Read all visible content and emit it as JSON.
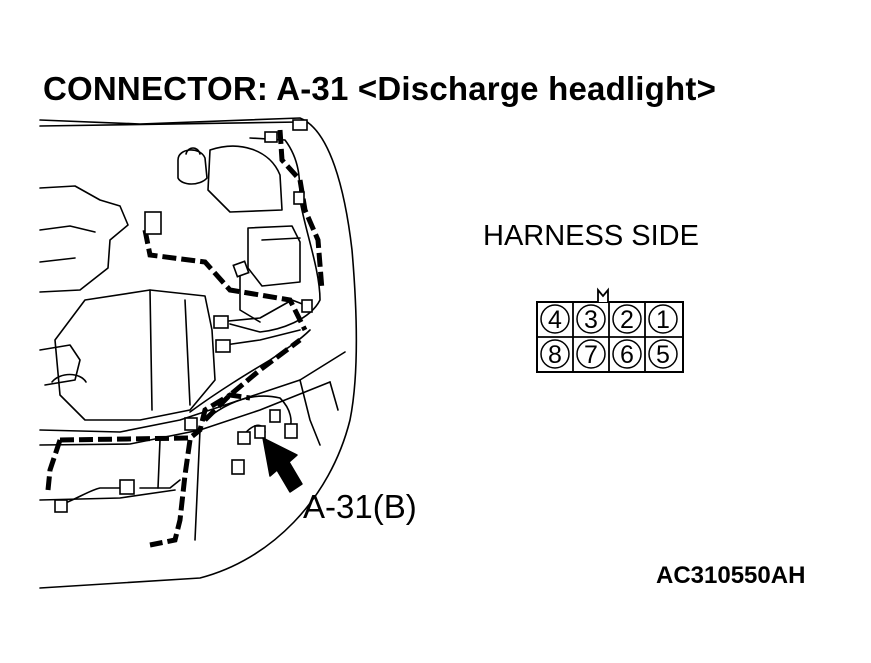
{
  "title": "CONNECTOR: A-31 <Discharge headlight>",
  "harness_label": "HARNESS SIDE",
  "connector_callout": "A-31(B)",
  "figure_code": "AC310550AH",
  "connector_pins": {
    "top_row": [
      "4",
      "3",
      "2",
      "1"
    ],
    "bottom_row": [
      "8",
      "7",
      "6",
      "5"
    ]
  }
}
